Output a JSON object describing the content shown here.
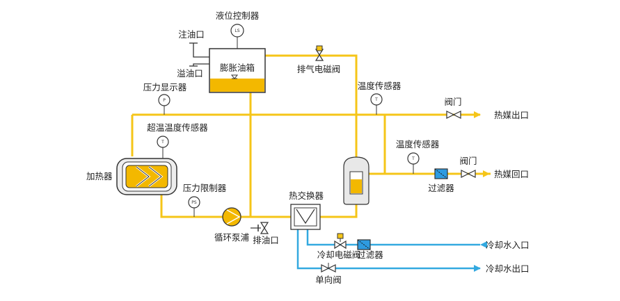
{
  "labels": {
    "level_controller": "液位控制器",
    "oil_inlet": "注油口",
    "overflow": "溢油口",
    "expansion_tank": "膨胀油箱",
    "exhaust_valve": "排气电磁阀",
    "pressure_display": "压力显示器",
    "temp_sensor_top": "温度传感器",
    "valve_top": "阀门",
    "hot_out": "热媒出口",
    "over_temp_sensor": "超温温度传感器",
    "temp_sensor_right": "温度传感器",
    "heater": "加热器",
    "valve_right": "阀门",
    "filter_right": "过滤器",
    "hot_return": "热媒回口",
    "pressure_limiter": "压力限制器",
    "heat_exchanger": "热交换器",
    "pump": "循环泵浦",
    "drain": "排油口",
    "cooling_valve": "冷却电磁阀",
    "filter_cooling": "过滤器",
    "cooling_in": "冷却水入口",
    "cooling_out": "冷却水出口",
    "check_valve": "单向阀"
  },
  "symbols": {
    "level": "LS",
    "pressure": "P",
    "temp": "T",
    "pressure_switch": "PS"
  },
  "colors": {
    "oil_pipe": "#F5C518",
    "oil_fill": "#F3B800",
    "water_pipe": "#33A9E0",
    "filter_blue": "#2E9BE0",
    "outline": "#333333",
    "tank_grey": "#E8E8E8"
  }
}
